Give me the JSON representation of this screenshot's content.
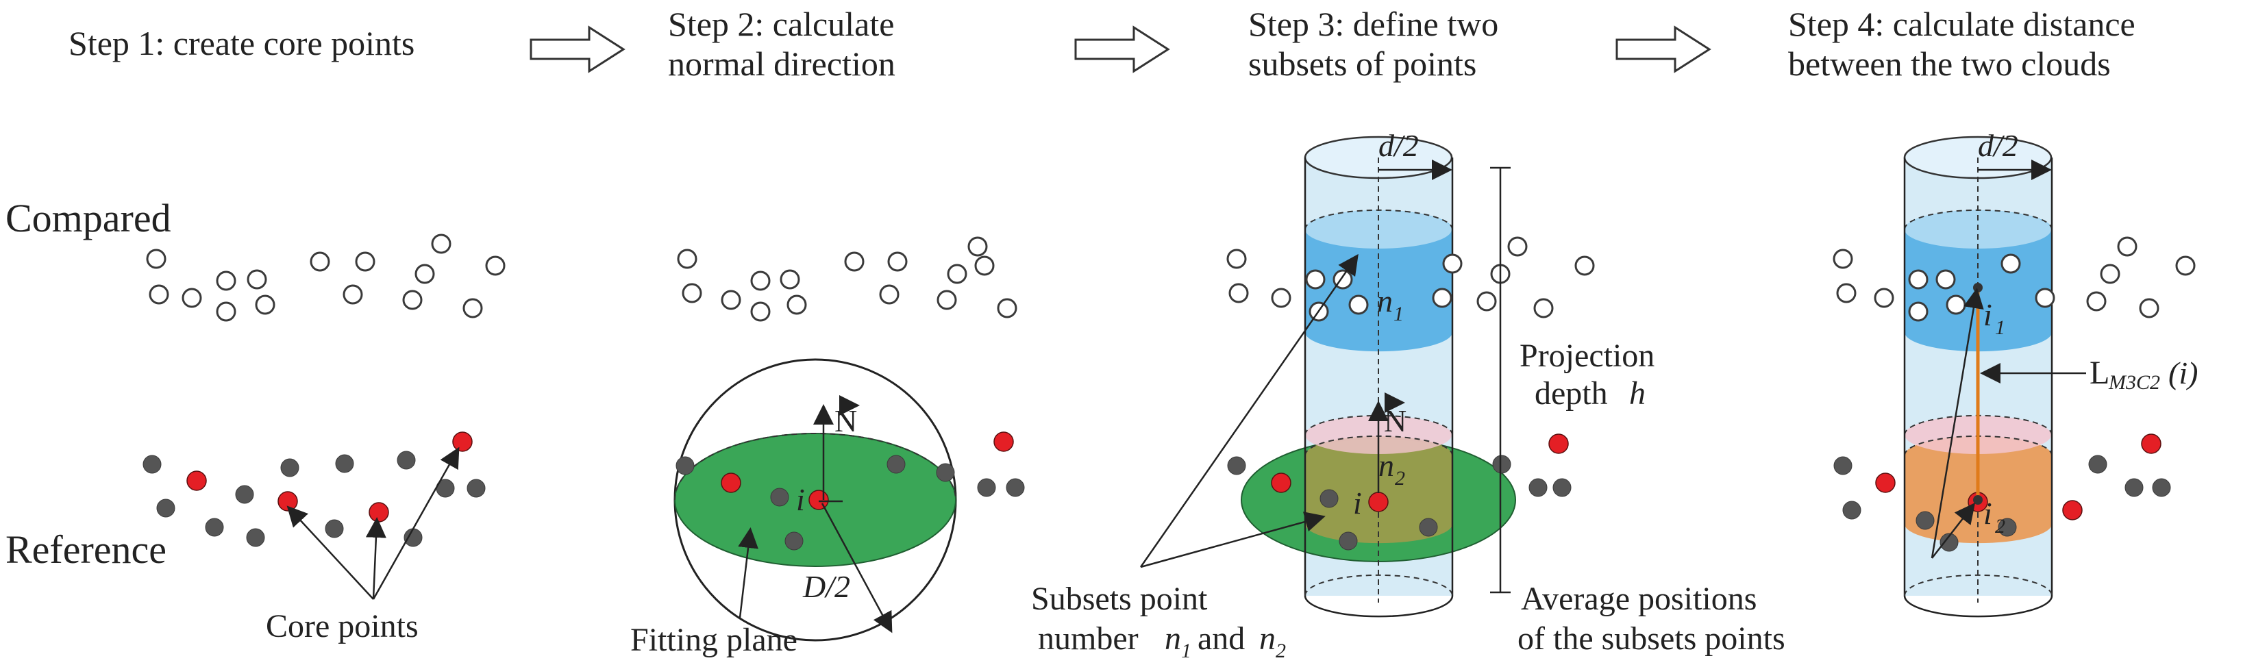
{
  "steps": {
    "s1": "Step 1: create core points",
    "s2a": "Step 2: calculate",
    "s2b": "normal direction",
    "s3a": "Step 3: define two",
    "s3b": "subsets of points",
    "s4a": "Step 4: calculate distance",
    "s4b": "between the two clouds"
  },
  "rows": {
    "compared": "Compared",
    "reference": "Reference"
  },
  "labels": {
    "core_points": "Core points",
    "fitting_plane": "Fitting plane",
    "D_half": "D/2",
    "i": "i",
    "N": "N",
    "d_half": "d/2",
    "n1": "n",
    "n1_sub": "1",
    "n2": "n",
    "n2_sub": "2",
    "projection_depth_a": "Projection",
    "projection_depth_b": "depth",
    "projection_h": "h",
    "subsets_a": "Subsets point",
    "subsets_b_pre": "number",
    "subsets_n": "n",
    "subsets_sub1": "1",
    "subsets_and": "and",
    "subsets_sub2": "2",
    "i1": "i",
    "i1_sub": "1",
    "i2": "i",
    "i2_sub": "2",
    "lm3c2_L": "L",
    "lm3c2_sub": "M3C2",
    "lm3c2_arg": "(i)",
    "average_a": "Average positions",
    "average_b": "of the subsets points"
  },
  "colors": {
    "plane": "#3aa657",
    "cylinder": "#cfe8f5",
    "upper_disc": "#5fb4e6",
    "lower_disc": "#a69a4a",
    "orange_disc": "#e8a062",
    "pink": "#f3c6cf",
    "core_red": "#e41f25",
    "ref_dark": "#555555"
  }
}
